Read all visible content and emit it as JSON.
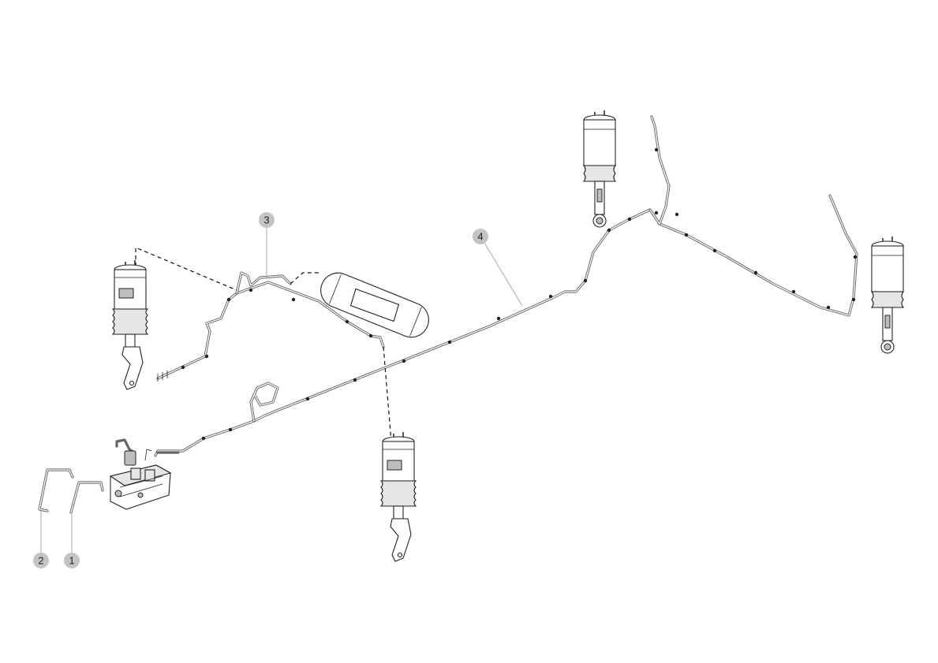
{
  "callouts": [
    {
      "id": "c1",
      "label": "1"
    },
    {
      "id": "c2",
      "label": "2"
    },
    {
      "id": "c3",
      "label": "3"
    },
    {
      "id": "c4",
      "label": "4"
    }
  ],
  "colors": {
    "callout_fill": "#c4c4c4",
    "line": "#222222",
    "pipe": "#666666"
  }
}
